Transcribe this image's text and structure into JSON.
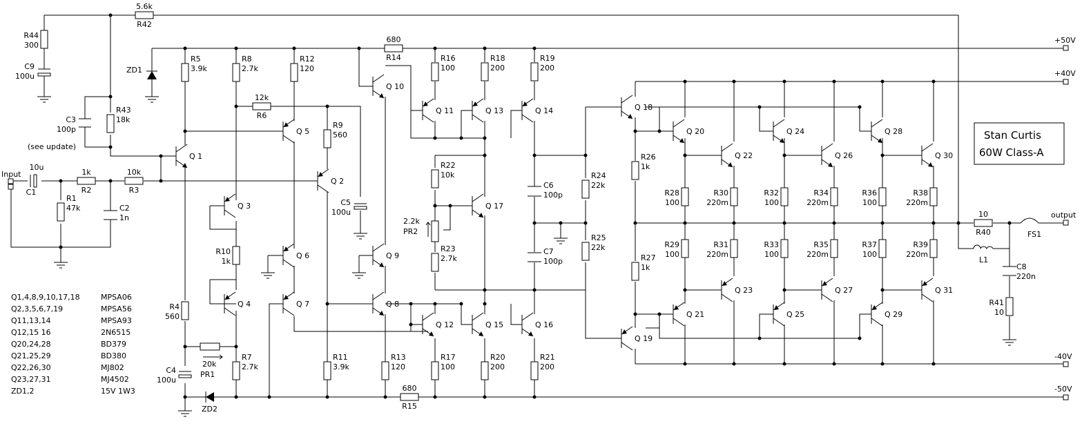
{
  "title_box": {
    "line1": "Stan Curtis",
    "line2": "60W Class-A"
  },
  "rails": [
    {
      "id": "p50",
      "label": "+50V"
    },
    {
      "id": "p40",
      "label": "+40V"
    },
    {
      "id": "m40",
      "label": "-40V"
    },
    {
      "id": "m50",
      "label": "-50V"
    }
  ],
  "ports": {
    "input": "Input",
    "output": "output"
  },
  "resistors": [
    {
      "ref": "R44",
      "val": "300"
    },
    {
      "ref": "R42",
      "val": "5.6k"
    },
    {
      "ref": "R43",
      "val": "18k"
    },
    {
      "ref": "R5",
      "val": "3.9k"
    },
    {
      "ref": "R8",
      "val": "2.7k"
    },
    {
      "ref": "R12",
      "val": "120"
    },
    {
      "ref": "R6",
      "val": "12k"
    },
    {
      "ref": "R9",
      "val": "560"
    },
    {
      "ref": "R14",
      "val": "680"
    },
    {
      "ref": "R16",
      "val": "100"
    },
    {
      "ref": "R18",
      "val": "200"
    },
    {
      "ref": "R19",
      "val": "200"
    },
    {
      "ref": "R2",
      "val": "1k"
    },
    {
      "ref": "R3",
      "val": "10k"
    },
    {
      "ref": "R1",
      "val": "47k"
    },
    {
      "ref": "R10",
      "val": "1k"
    },
    {
      "ref": "R4",
      "val": "560"
    },
    {
      "ref": "R7",
      "val": "2.7k"
    },
    {
      "ref": "R11",
      "val": "3.9k"
    },
    {
      "ref": "R13",
      "val": "120"
    },
    {
      "ref": "R15",
      "val": "680"
    },
    {
      "ref": "R17",
      "val": "100"
    },
    {
      "ref": "R20",
      "val": "200"
    },
    {
      "ref": "R21",
      "val": "200"
    },
    {
      "ref": "R22",
      "val": "10k"
    },
    {
      "ref": "R23",
      "val": "2.7k"
    },
    {
      "ref": "R24",
      "val": "22k"
    },
    {
      "ref": "R25",
      "val": "22k"
    },
    {
      "ref": "R26",
      "val": "1k"
    },
    {
      "ref": "R27",
      "val": "1k"
    },
    {
      "ref": "R28",
      "val": "100"
    },
    {
      "ref": "R30",
      "val": "220m"
    },
    {
      "ref": "R32",
      "val": "100"
    },
    {
      "ref": "R34",
      "val": "220m"
    },
    {
      "ref": "R36",
      "val": "100"
    },
    {
      "ref": "R38",
      "val": "220m"
    },
    {
      "ref": "R29",
      "val": "100"
    },
    {
      "ref": "R31",
      "val": "220m"
    },
    {
      "ref": "R33",
      "val": "100"
    },
    {
      "ref": "R35",
      "val": "220m"
    },
    {
      "ref": "R37",
      "val": "100"
    },
    {
      "ref": "R39",
      "val": "220m"
    },
    {
      "ref": "R40",
      "val": "10"
    },
    {
      "ref": "R41",
      "val": "10"
    }
  ],
  "capacitors": [
    {
      "ref": "C9",
      "val": "100u"
    },
    {
      "ref": "C3",
      "val": "100p"
    },
    {
      "ref": "C1",
      "val": "10u"
    },
    {
      "ref": "C2",
      "val": "1n"
    },
    {
      "ref": "C5",
      "val": "100u"
    },
    {
      "ref": "C4",
      "val": "100u"
    },
    {
      "ref": "C6",
      "val": "100p"
    },
    {
      "ref": "C7",
      "val": "100p"
    },
    {
      "ref": "C8",
      "val": "220n"
    }
  ],
  "c3_note": "(see update)",
  "transistors": [
    "Q1",
    "Q2",
    "Q3",
    "Q4",
    "Q5",
    "Q6",
    "Q7",
    "Q8",
    "Q9",
    "Q10",
    "Q11",
    "Q12",
    "Q13",
    "Q14",
    "Q15",
    "Q16",
    "Q17",
    "Q18",
    "Q19",
    "Q20",
    "Q21",
    "Q22",
    "Q23",
    "Q24",
    "Q25",
    "Q26",
    "Q27",
    "Q28",
    "Q29",
    "Q30",
    "Q31"
  ],
  "pots": [
    {
      "val": "20k",
      "ref": "PR1"
    },
    {
      "val": "2.2k",
      "ref": "PR2"
    }
  ],
  "misc": {
    "zd1": "ZD1",
    "zd2": "ZD2",
    "l1": "L1",
    "fs1": "FS1"
  },
  "parts_list": [
    {
      "refs": "Q1,4,8,9,10,17,18",
      "type": "MPSA06"
    },
    {
      "refs": "Q2,3,5,6,7,19",
      "type": "MPSA56"
    },
    {
      "refs": "Q11,13,14",
      "type": "MPSA93"
    },
    {
      "refs": "Q12,15 16",
      "type": "2N6515"
    },
    {
      "refs": "Q20,24,28",
      "type": "BD379"
    },
    {
      "refs": "Q21,25,29",
      "type": "BD380"
    },
    {
      "refs": "Q22,26,30",
      "type": "MJ802"
    },
    {
      "refs": "Q23,27,31",
      "type": "MJ4502"
    },
    {
      "refs": "ZD1,2",
      "type": "15V 1W3"
    }
  ]
}
